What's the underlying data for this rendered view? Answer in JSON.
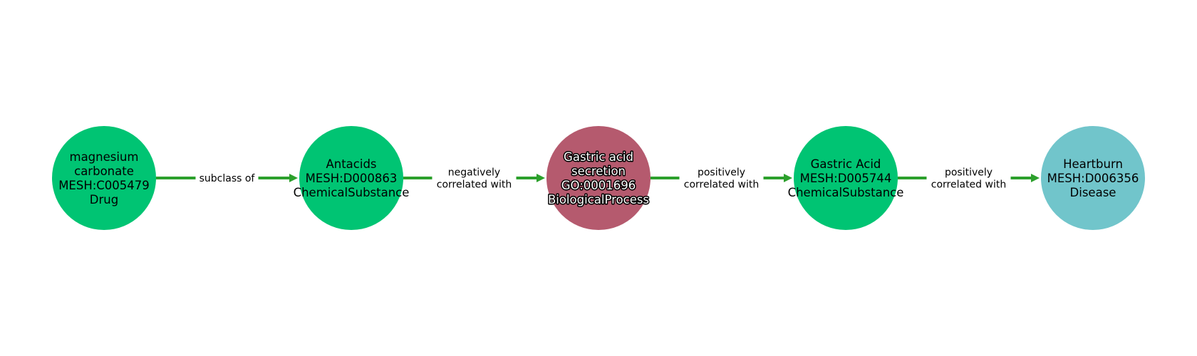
{
  "colors": {
    "edge": "#2ca02c",
    "Drug": "#00c473",
    "ChemicalSubstance": "#00c473",
    "BiologicalProcess": "#b55a6e",
    "Disease": "#71c5cb"
  },
  "nodes": [
    {
      "id": "n1",
      "lines": [
        "magnesium",
        "carbonate",
        "MESH:C005479",
        "Drug"
      ],
      "type": "Drug",
      "outlined": false
    },
    {
      "id": "n2",
      "lines": [
        "Antacids",
        "MESH:D000863",
        "ChemicalSubstance"
      ],
      "type": "ChemicalSubstance",
      "outlined": false
    },
    {
      "id": "n3",
      "lines": [
        "Gastric acid",
        "secretion",
        "GO:0001696",
        "BiologicalProcess"
      ],
      "type": "BiologicalProcess",
      "outlined": true
    },
    {
      "id": "n4",
      "lines": [
        "Gastric Acid",
        "MESH:D005744",
        "ChemicalSubstance"
      ],
      "type": "ChemicalSubstance",
      "outlined": false
    },
    {
      "id": "n5",
      "lines": [
        "Heartburn",
        "MESH:D006356",
        "Disease"
      ],
      "type": "Disease",
      "outlined": false
    }
  ],
  "edges": [
    {
      "from": 0,
      "to": 1,
      "lines": [
        "subclass of"
      ]
    },
    {
      "from": 1,
      "to": 2,
      "lines": [
        "negatively",
        "correlated with"
      ]
    },
    {
      "from": 2,
      "to": 3,
      "lines": [
        "positively",
        "correlated with"
      ]
    },
    {
      "from": 3,
      "to": 4,
      "lines": [
        "positively",
        "correlated with"
      ]
    }
  ]
}
